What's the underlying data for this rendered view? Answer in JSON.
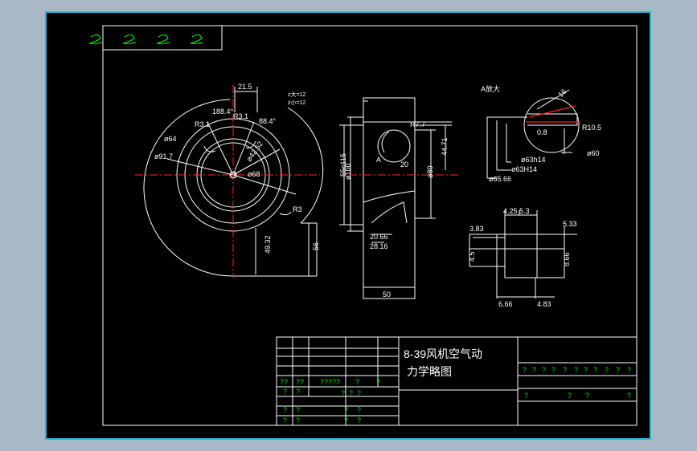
{
  "drawing": {
    "title_line1": "8-39风机空气动",
    "title_line2": "力学略图",
    "view_label": "A放大",
    "z_big": "z大=12",
    "z_small": "z小=12",
    "section_label": "A"
  },
  "dimensions": {
    "d215": "21.5",
    "d88_4a": "188.4°",
    "d88_4b": "88.4°",
    "r31a": "R3.1",
    "r31b": "R3.1",
    "d64": "ø64",
    "d917": "ø91.7",
    "d4252": "ø42.52",
    "d68": "ø68",
    "r3": "R3",
    "d4932": "49.32",
    "d56": "56",
    "d55c115": "55c115",
    "d100": "ø100",
    "d80": "ø80",
    "d4471": "44.71",
    "r77": "R7.7",
    "d20": "20",
    "d2066": "20.66",
    "d2816": "28.16",
    "d50": "50",
    "d16": "16",
    "d08": "0.8",
    "r105": "R10.5",
    "d60": "ø60",
    "d63h14a": "ø63h14",
    "d63h14b": "ø63H14",
    "d6566": "ø65.66",
    "d425": "4.25",
    "d53": "5.3",
    "d533": "5.33",
    "d383": "3.83",
    "d45": "4.5",
    "d866": "8.66",
    "d666": "6.66",
    "d483": "4.83"
  },
  "title_block": {
    "row1_left": [
      "??",
      "??",
      "?????",
      "?",
      "?"
    ],
    "rows_left": [
      [
        "?",
        "?",
        "?",
        "?",
        "?"
      ],
      [
        "?",
        "?",
        "?",
        "?"
      ],
      [
        "?",
        "?",
        "?",
        "?"
      ]
    ],
    "right_row": [
      "?",
      "?",
      "?",
      "?",
      "?",
      "?",
      "?",
      "?",
      "?",
      "?",
      "?"
    ],
    "right_bottom": [
      "?",
      "?",
      "?",
      "?"
    ]
  },
  "colors": {
    "frame": "#24b6d0",
    "lines": "#ffffff",
    "centerline": "#ff2020",
    "dim": "#ffffff",
    "hatch": "#00e000"
  }
}
